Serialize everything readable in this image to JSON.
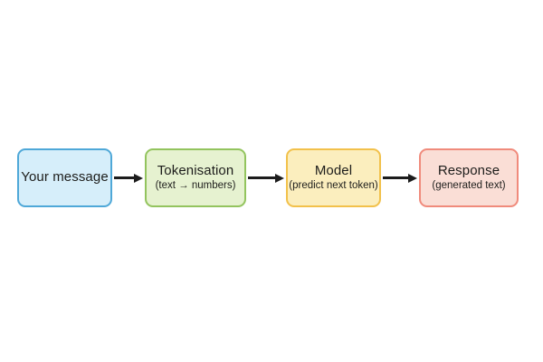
{
  "diagram": {
    "background": "#ffffff",
    "text_color": "#1d1d1b",
    "arrow_color": "#1c1c1c",
    "nodes": [
      {
        "title": "Your message",
        "subtitle": "",
        "fill": "#d6eefa",
        "border": "#4fa8d8"
      },
      {
        "title": "Tokenisation",
        "subtitle": "(text → numbers)",
        "fill": "#e6f2d0",
        "border": "#93c45e"
      },
      {
        "title": "Model",
        "subtitle": "(predict next token)",
        "fill": "#fbeebe",
        "border": "#f2c14b"
      },
      {
        "title": "Response",
        "subtitle": "(generated text)",
        "fill": "#fadeD6",
        "border": "#f08b7c"
      }
    ]
  }
}
